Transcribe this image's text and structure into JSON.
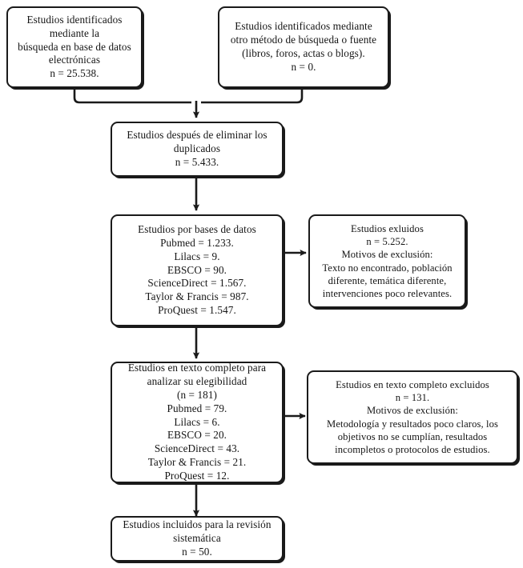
{
  "diagram": {
    "type": "prisma-flow-diagram",
    "language": "es",
    "nodes": {
      "identified_databases": {
        "name": "Estudios identificados mediante búsqueda en base de datos electrónicas",
        "text": "Estudios identificados mediante la\nbúsqueda en base de datos\nelectrónicas\nn = 25.538.",
        "n": 25538
      },
      "identified_other": {
        "name": "Estudios identificados mediante otro método",
        "text": "Estudios identificados mediante\notro método de búsqueda o fuente\n(libros, foros, actas o blogs).\nn = 0.",
        "n": 0
      },
      "after_duplicates": {
        "name": "Estudios después de eliminar los duplicados",
        "text": "Estudios después de eliminar los\nduplicados\nn =  5.433.",
        "n": 5433
      },
      "by_database": {
        "name": "Estudios por bases de datos",
        "text": "Estudios por bases de datos\nPubmed = 1.233.\nLilacs = 9.\nEBSCO = 90.\nScienceDirect = 1.567.\nTaylor & Francis = 987.\nProQuest = 1.547.",
        "sources": [
          {
            "label": "Pubmed",
            "value": "1.233"
          },
          {
            "label": "Lilacs",
            "value": "9"
          },
          {
            "label": "EBSCO",
            "value": "90"
          },
          {
            "label": "ScienceDirect",
            "value": "1.567"
          },
          {
            "label": "Taylor & Francis",
            "value": "987"
          },
          {
            "label": "ProQuest",
            "value": "1.547"
          }
        ]
      },
      "excluded_records": {
        "name": "Estudios exluidos",
        "text": "Estudios exluidos\nn = 5.252.\nMotivos de exclusión:\nTexto no encontrado, población\ndiferente, temática diferente,\nintervenciones poco relevantes.",
        "n": 5252,
        "reasons": "Texto no encontrado, población diferente, temática diferente, intervenciones poco relevantes."
      },
      "fulltext_assessed": {
        "name": "Estudios en texto completo para analizar su elegibilidad",
        "text": "Estudios en texto completo para\nanalizar su elegibilidad\n(n = 181)\nPubmed = 79.\nLilacs = 6.\nEBSCO = 20.\nScienceDirect = 43.\nTaylor & Francis = 21.\nProQuest = 12.",
        "n": 181,
        "sources": [
          {
            "label": "Pubmed",
            "value": "79"
          },
          {
            "label": "Lilacs",
            "value": "6"
          },
          {
            "label": "EBSCO",
            "value": "20"
          },
          {
            "label": "ScienceDirect",
            "value": "43"
          },
          {
            "label": "Taylor & Francis",
            "value": "21"
          },
          {
            "label": "ProQuest",
            "value": "12"
          }
        ]
      },
      "fulltext_excluded": {
        "name": "Estudios en texto completo excluidos",
        "text": "Estudios en texto completo excluidos\nn = 131.\nMotivos de exclusión:\nMetodología y resultados poco claros, los\nobjetivos no se cumplían, resultados\nincompletos o protocolos de estudios.",
        "n": 131,
        "reasons": "Metodología y resultados poco claros, los objetivos no se cumplían, resultados incompletos o protocolos de estudios."
      },
      "included": {
        "name": "Estudios incluidos para la revisión sistemática",
        "text": "Estudios incluidos para la revisión\nsistemática\nn = 50.",
        "n": 50
      }
    },
    "colors": {
      "border": "#1a1a1a",
      "text": "#151515",
      "background": "#ffffff",
      "connector": "#1a1a1a"
    }
  }
}
